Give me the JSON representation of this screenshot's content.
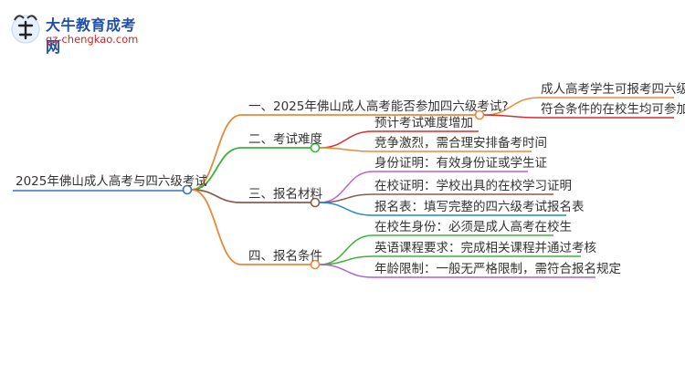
{
  "logo": {
    "brand": "大牛教育成考网",
    "url": "gz-chengkao.com"
  },
  "mindmap": {
    "root": "2025年佛山成人高考与四六级考试",
    "branches": [
      {
        "label": "一、2025年佛山成人高考能否参加四六级考试?",
        "color": "#e8893a",
        "children": [
          "成人高考学生可报考四六级",
          "符合条件的在校生均可参加"
        ]
      },
      {
        "label": "二、考试难度",
        "color": "#3db33d",
        "children": [
          "预计考试难度增加",
          "竞争激烈，需合理安排备考时间"
        ]
      },
      {
        "label": "三、报名材料",
        "color": "#8a5a50",
        "children": [
          "身份证明：有效身份证或学生证",
          "在校证明：学校出具的在校学习证明",
          "报名表：填写完整的四六级考试报名表"
        ]
      },
      {
        "label": "四、报名条件",
        "color": "#e8893a",
        "children": [
          "在校生身份：必须是成人高考在校生",
          "英语课程要求：完成相关课程并通过考核",
          "年龄限制：一般无严格限制，需符合报名规定"
        ]
      }
    ]
  },
  "colors": {
    "root_line": "#3a72c4",
    "leaf_lines": [
      [
        "#e8893a",
        "#d32f2f"
      ],
      [
        "#d32f2f",
        "#e8893a"
      ],
      [
        "#c060c8",
        "#8a5a50",
        "#1e88c8"
      ],
      [
        "#3db33d",
        "#3db33d",
        "#b060c8"
      ]
    ]
  }
}
